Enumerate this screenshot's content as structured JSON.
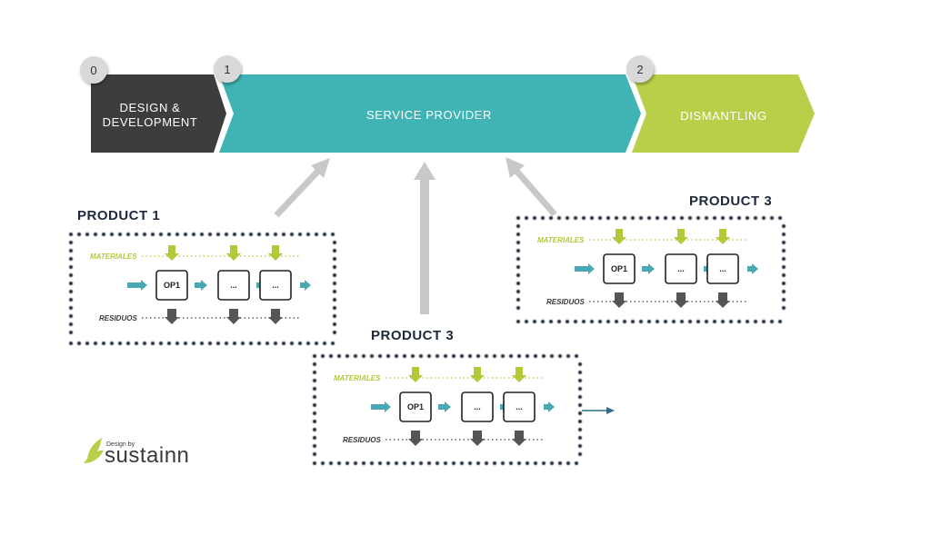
{
  "stages": [
    {
      "badge": "0",
      "label_lines": [
        "DESIGN &",
        "DEVELOPMENT"
      ],
      "color": "#3d3d3d"
    },
    {
      "badge": "1",
      "label_lines": [
        "SERVICE PROVIDER"
      ],
      "color": "#40b3b5"
    },
    {
      "badge": "2",
      "label_lines": [
        "DISMANTLING"
      ],
      "color": "#b9cf4a"
    }
  ],
  "products": [
    {
      "title": "PRODUCT 1",
      "materials_label": "MATERIALES",
      "waste_label": "RESIDUOS",
      "ops": [
        "OP1",
        "...",
        "..."
      ]
    },
    {
      "title": "PRODUCT 3",
      "materials_label": "MATERIALES",
      "waste_label": "RESIDUOS",
      "ops": [
        "OP1",
        "...",
        "..."
      ]
    },
    {
      "title": "PRODUCT 3",
      "materials_label": "MATERIALES",
      "waste_label": "RESIDUOS",
      "ops": [
        "OP1",
        "...",
        "..."
      ]
    }
  ],
  "colors": {
    "materials": "#b4c83a",
    "flow": "#4aa8b4",
    "waste": "#555555",
    "connector": "#c8c8c8",
    "dots": "#1e2a3a"
  },
  "logo": {
    "small": "Design by",
    "big": "sustainn",
    "icon": "leaf-icon"
  }
}
